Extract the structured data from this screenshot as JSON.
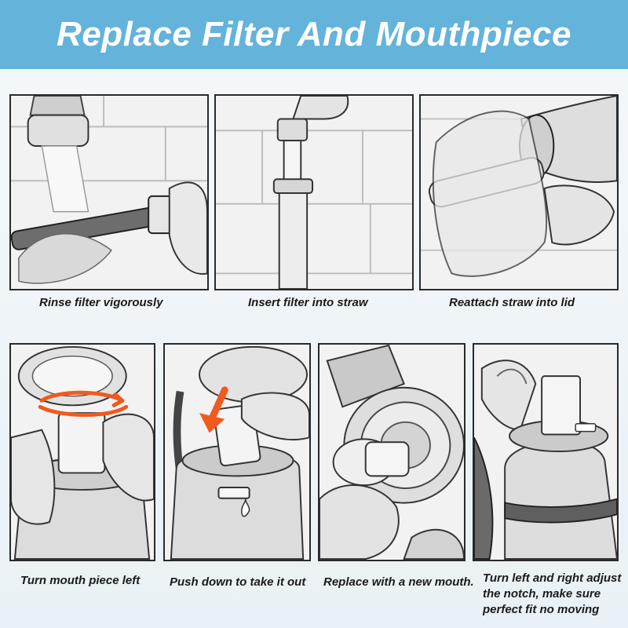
{
  "header": {
    "title": "Replace Filter And Mouthpiece"
  },
  "steps": [
    {
      "caption": "Rinse filter vigorously"
    },
    {
      "caption": "Insert filter into straw"
    },
    {
      "caption": "Reattach straw into lid"
    },
    {
      "caption": "Turn mouth piece left"
    },
    {
      "caption": "Push down to take it out"
    },
    {
      "caption": "Replace with a new mouth."
    },
    {
      "caption_lines": [
        "Turn left and right adjust",
        "the notch, make sure",
        "perfect fit no moving"
      ]
    }
  ],
  "colors": {
    "header_bg": "#63b3db",
    "arrow": "#f05a1e",
    "border": "#2a2a2a"
  }
}
